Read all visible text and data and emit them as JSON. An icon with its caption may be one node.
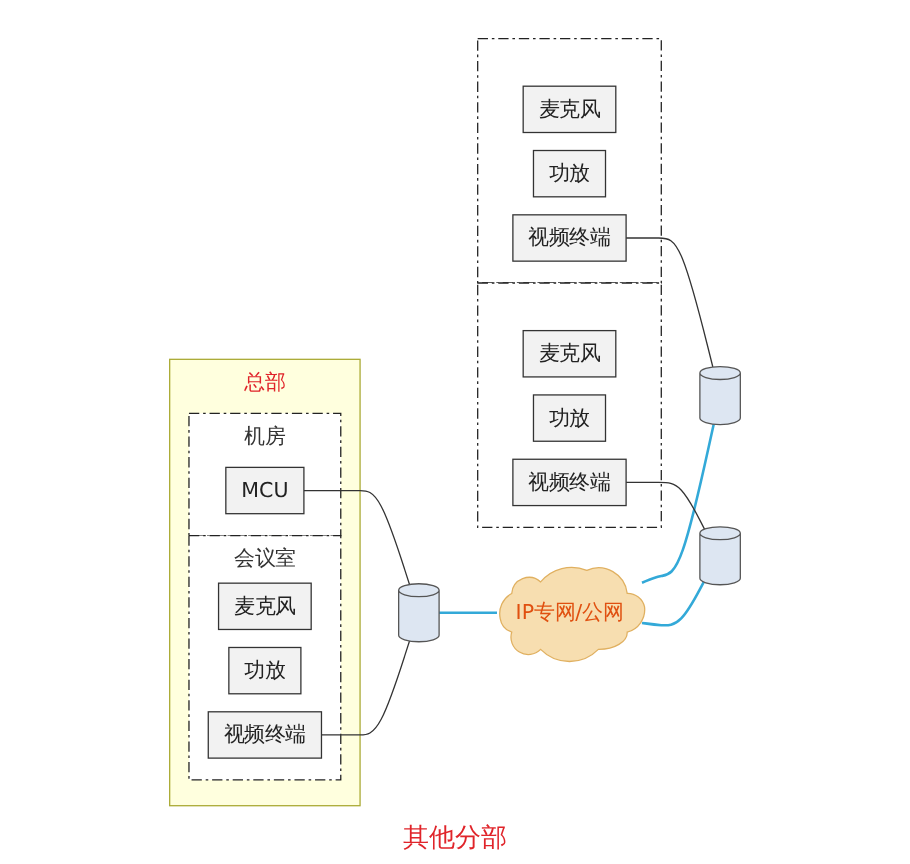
{
  "diagram": {
    "nodes": [
      {
        "text": [
          "总部"
        ]
      },
      {
        "text": [
          "会议室"
        ],
        "in": 0
      },
      {
        "text": [
          "麦克风"
        ],
        "in": 1
      },
      {
        "text": [
          "功放"
        ],
        "in": 1
      },
      {
        "text": [
          "视频终端"
        ],
        "in": 1
      },
      {
        "text": [
          "机房"
        ],
        "in": 0
      },
      {
        "text": [
          "MCU"
        ],
        "in": 5
      },
      {
        "text": [],
        "shape": "cylinder"
      },
      {
        "text": [
          "IP专网/公网"
        ]
      },
      {
        "text": [],
        "shape": "box"
      },
      {
        "text": [],
        "shape": "cylinder"
      },
      {
        "text": [
          "麦克风"
        ],
        "in": 9
      },
      {
        "text": [
          "功放"
        ],
        "in": 9
      },
      {
        "text": [
          "视频终端"
        ],
        "in": 9
      },
      {
        "text": [],
        "shape": "box"
      },
      {
        "text": [],
        "shape": "cylinder"
      },
      {
        "text": [
          "麦克风"
        ],
        "in": 14
      },
      {
        "text": [
          "功放"
        ],
        "in": 14
      },
      {
        "text": [
          "视频终端"
        ],
        "in": 14
      }
    ],
    "edges": [
      {
        "from": 4,
        "to": 7,
        "arrow": "none"
      },
      {
        "from": 6,
        "to": 7,
        "arrow": "none"
      },
      {
        "from": 7,
        "to": 8,
        "arrow": "none",
        "color": "#33a9d8"
      },
      {
        "from": 8,
        "to": 10,
        "arrow": "none",
        "color": "#33a9d8"
      },
      {
        "from": 8,
        "to": 15,
        "arrow": "none",
        "color": "#33a9d8"
      },
      {
        "from": 13,
        "to": 10,
        "arrow": "none"
      },
      {
        "from": 18,
        "to": 15,
        "arrow": "none"
      }
    ],
    "labels": [
      "其他分部"
    ]
  }
}
